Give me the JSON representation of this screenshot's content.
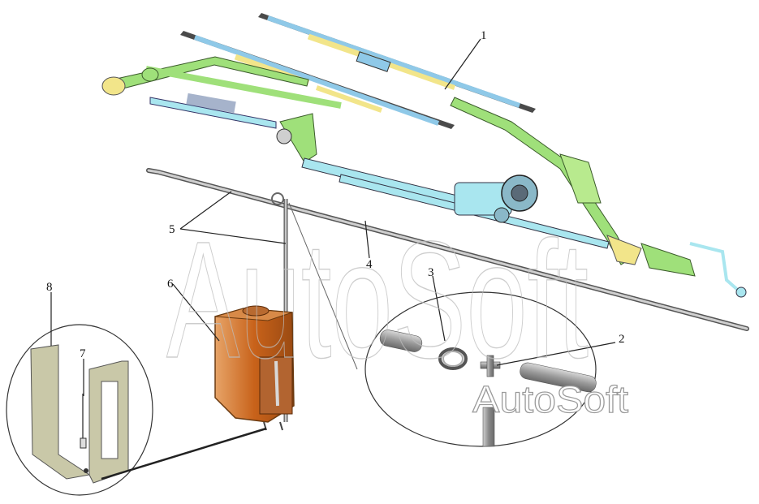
{
  "watermarks": {
    "large": "AutoSoft",
    "small": "AutoSoft"
  },
  "callouts": {
    "c1": "1",
    "c2": "2",
    "c3": "3",
    "c4": "4",
    "c5": "5",
    "c6": "6",
    "c7": "7",
    "c8": "8"
  },
  "colors": {
    "wiper_arm_green": "#9fe07a",
    "wiper_yellow": "#f2e58a",
    "linkage_cyan": "#a9e6ef",
    "blade_dark": "#4a4a4a",
    "tank_orange": "#c8621a",
    "tank_light": "#e8a062",
    "bracket_olive": "#c9c8a8",
    "tube_gray": "#9a9a9a"
  },
  "icons": {
    "detail_circle_left": "bracket-detail-icon",
    "detail_circle_right": "tee-connector-detail-icon"
  }
}
